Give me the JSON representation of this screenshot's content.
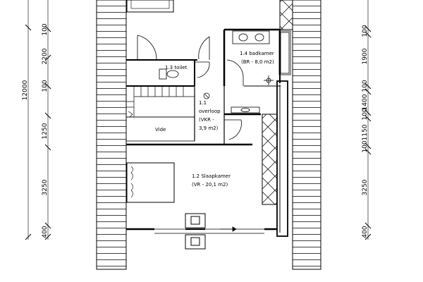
{
  "dimensions": {
    "left": [
      "100",
      "2200",
      "100",
      "1250",
      "3250",
      "400"
    ],
    "left_total": "12000",
    "right": [
      "100",
      "1900",
      "100",
      "1400",
      "100",
      "1150",
      "100",
      "3250",
      "400"
    ]
  },
  "rooms": {
    "badkamer": {
      "name": "1.4 badkamer",
      "area": "(BR - 8,0 m2)"
    },
    "toilet": {
      "name": "1.3 toilet"
    },
    "overloop": {
      "line1": "1.1",
      "line2": "overloop",
      "line3": "(VKR -",
      "line4": "3,9 m2)"
    },
    "vide": {
      "name": "Vide"
    },
    "slaapkamer": {
      "name": "1.2 Slaapkamer",
      "area": "(VR - 20,1 m2)"
    }
  }
}
